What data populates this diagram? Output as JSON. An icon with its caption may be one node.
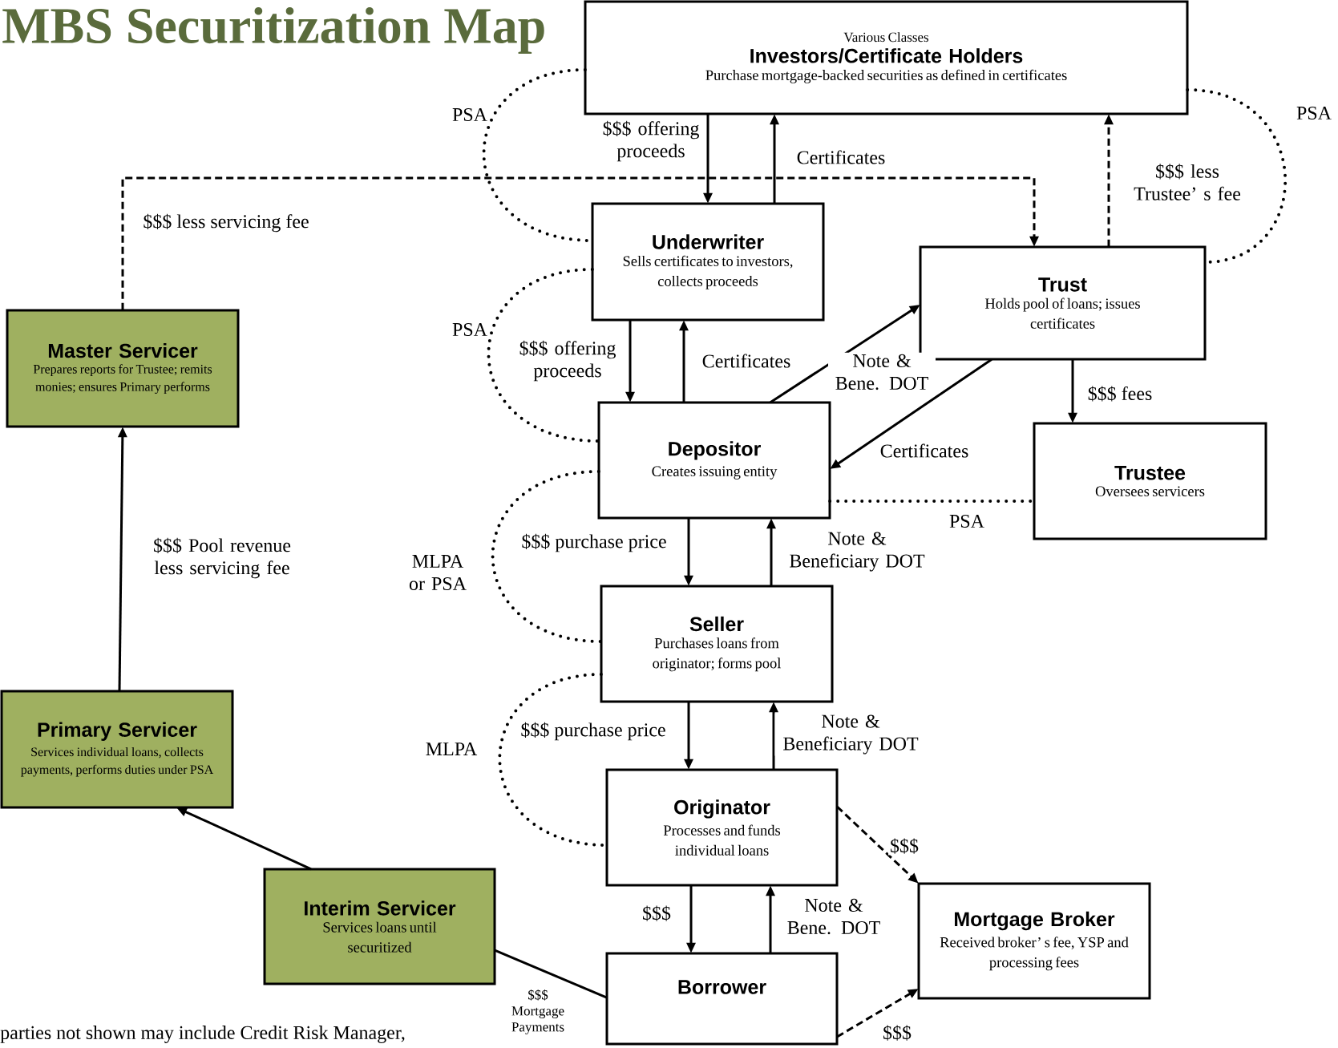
{
  "diagram": {
    "title": "MBS Securitization Map",
    "nodes": [
      {
        "text": [
          "Various Classes",
          "Investors/Certificate Holders",
          "Purchase mortgage-backed securities as defined in certificates"
        ]
      },
      {
        "text": [
          "Underwriter",
          "Sells certificates to investors, collects proceeds"
        ]
      },
      {
        "text": [
          "Trust",
          "Holds pool of loans; issues certificates"
        ]
      },
      {
        "text": [
          "Master Servicer",
          "Prepares reports for Trustee; remits monies; ensures Primary performs"
        ]
      },
      {
        "text": [
          "Depositor",
          "Creates issuing entity"
        ]
      },
      {
        "text": [
          "Trustee",
          "Oversees servicers"
        ]
      },
      {
        "text": [
          "Seller",
          "Purchases loans from originator; forms pool"
        ]
      },
      {
        "text": [
          "Primary Servicer",
          "Services individual loans, collects payments, performs duties under PSA"
        ]
      },
      {
        "text": [
          "Originator",
          "Processes and funds individual loans"
        ]
      },
      {
        "text": [
          "Mortgage Broker",
          "Received broker’ s fee, YSP and processing fees"
        ]
      },
      {
        "text": [
          "Interim Servicer",
          "Services loans until securitized"
        ]
      },
      {
        "text": [
          "Borrower"
        ]
      }
    ],
    "edges": [
      {
        "from": 0,
        "to": 1,
        "arrow": "to",
        "label": "$$$ offering proceeds"
      },
      {
        "from": 1,
        "to": 0,
        "arrow": "to",
        "label": "Certificates"
      },
      {
        "from": 3,
        "to": 2,
        "arrow": "to",
        "style": "dashed",
        "label": "$$$ less servicing fee"
      },
      {
        "from": 2,
        "to": 0,
        "arrow": "to",
        "style": "dashed",
        "label": "$$$ less Trustee’ s fee"
      },
      {
        "from": 1,
        "to": 4,
        "arrow": "to",
        "label": "$$$ offering proceeds"
      },
      {
        "from": 4,
        "to": 1,
        "arrow": "to",
        "label": "Certificates"
      },
      {
        "from": 4,
        "to": 2,
        "arrow": "to",
        "label": "Note & Bene. DOT"
      },
      {
        "from": 2,
        "to": 4,
        "arrow": "to",
        "label": "Certificates"
      },
      {
        "from": 2,
        "to": 5,
        "arrow": "to",
        "label": "$$$ fees"
      },
      {
        "from": 4,
        "to": 6,
        "arrow": "to",
        "label": "$$$ purchase price"
      },
      {
        "from": 6,
        "to": 4,
        "arrow": "to",
        "label": "Note & Beneficiary DOT"
      },
      {
        "from": 6,
        "to": 8,
        "arrow": "to",
        "label": "$$$ purchase price"
      },
      {
        "from": 8,
        "to": 6,
        "arrow": "to",
        "label": "Note & Beneficiary DOT"
      },
      {
        "from": 8,
        "to": 11,
        "arrow": "to",
        "label": "$$$"
      },
      {
        "from": 11,
        "to": 8,
        "arrow": "to",
        "label": "Note & Bene. DOT"
      },
      {
        "from": 8,
        "to": 9,
        "arrow": "to",
        "style": "dashed",
        "label": "$$$"
      },
      {
        "from": 11,
        "to": 9,
        "arrow": "to",
        "style": "dashed",
        "label": "$$$"
      },
      {
        "from": 10,
        "to": 11,
        "arrow": "none",
        "label": "$$$ Mortgage Payments"
      },
      {
        "from": 10,
        "to": 7,
        "arrow": "to"
      },
      {
        "from": 7,
        "to": 3,
        "arrow": "to",
        "label": "$$$ Pool revenue less servicing fee"
      },
      {
        "from": 0,
        "to": 1,
        "arrow": "none",
        "style": "dashed",
        "label": "PSA"
      },
      {
        "from": 0,
        "to": 2,
        "arrow": "none",
        "style": "dashed",
        "label": "PSA"
      },
      {
        "from": 1,
        "to": 4,
        "arrow": "none",
        "style": "dashed",
        "label": "PSA"
      },
      {
        "from": 4,
        "to": 6,
        "arrow": "none",
        "style": "dashed",
        "label": "MLPA or PSA"
      },
      {
        "from": 6,
        "to": 8,
        "arrow": "none",
        "style": "dashed",
        "label": "MLPA"
      },
      {
        "from": 4,
        "to": 5,
        "arrow": "none",
        "style": "dashed",
        "label": "PSA"
      }
    ],
    "labels": [
      "parties not shown may include Credit Risk Manager,"
    ]
  }
}
